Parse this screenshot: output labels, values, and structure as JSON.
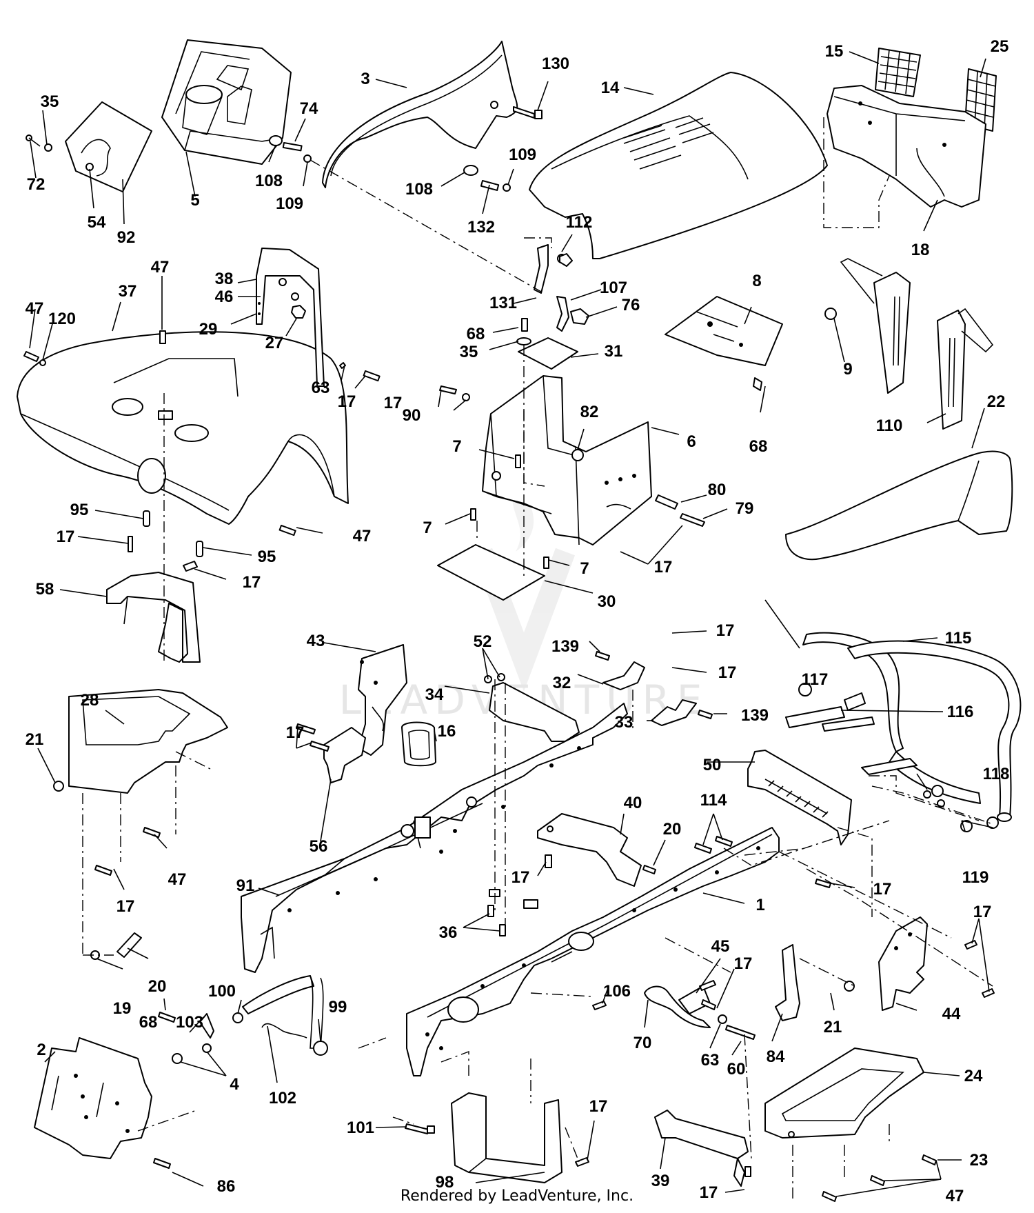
{
  "credit": "Rendered by LeadVenture, Inc.",
  "watermark": "LEADVENTURE",
  "callouts": [
    "1",
    "2",
    "3",
    "4",
    "5",
    "6",
    "7",
    "8",
    "9",
    "14",
    "15",
    "16",
    "17",
    "18",
    "19",
    "20",
    "21",
    "22",
    "23",
    "24",
    "25",
    "27",
    "28",
    "29",
    "30",
    "31",
    "32",
    "33",
    "34",
    "35",
    "36",
    "37",
    "38",
    "39",
    "40",
    "43",
    "44",
    "45",
    "46",
    "47",
    "50",
    "52",
    "54",
    "56",
    "58",
    "60",
    "63",
    "68",
    "70",
    "72",
    "74",
    "76",
    "79",
    "80",
    "82",
    "84",
    "86",
    "90",
    "91",
    "92",
    "95",
    "98",
    "99",
    "100",
    "101",
    "102",
    "103",
    "106",
    "107",
    "108",
    "109",
    "110",
    "112",
    "114",
    "115",
    "116",
    "117",
    "118",
    "119",
    "120",
    "130",
    "131",
    "132",
    "139"
  ]
}
